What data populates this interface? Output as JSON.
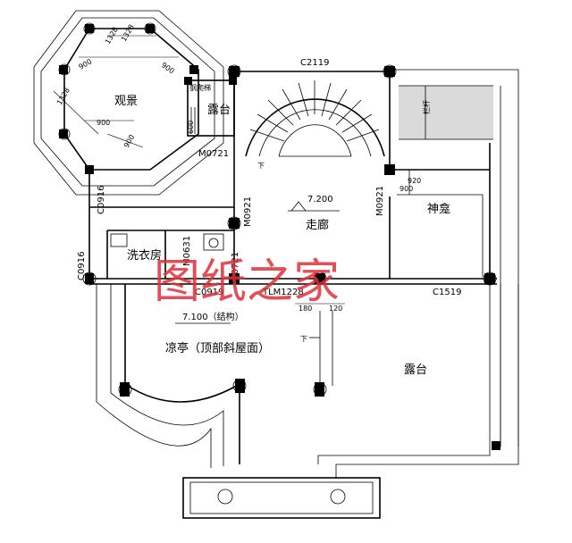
{
  "labels": {
    "viewing_room": "观景",
    "terrace_small": "露台",
    "shrine": "神龛",
    "corridor": "走廊",
    "laundry": "洗衣房",
    "pavilion": "凉亭（顶部斜屋面）",
    "terrace_large": "露台",
    "elev_corridor": "7.200",
    "elev_pavilion": "7.100（结构）",
    "down": "下",
    "railing": "栏杆",
    "ladder": "钢爬梯"
  },
  "codes": {
    "c2119": "C2119",
    "m0721_top": "M0721",
    "m0921_left": "M0921",
    "m0921_right": "M0921",
    "c0916_upper": "C0916",
    "c0916_lower": "C0916",
    "m0721_lower": "M0721",
    "m0631": "M0631",
    "c0919": "C0919",
    "tlm1228": "TLM1228",
    "c1519": "C1519"
  },
  "dims": {
    "d900_a": "900",
    "d900_b": "900",
    "d1328_a": "1328",
    "d1328_b": "1328",
    "d900_c": "900",
    "d1328_c": "1328",
    "d900_d": "900",
    "d920": "920",
    "d900_e": "900",
    "d180": "180",
    "d120": "120",
    "d600": "600"
  },
  "watermark": "图纸之家"
}
